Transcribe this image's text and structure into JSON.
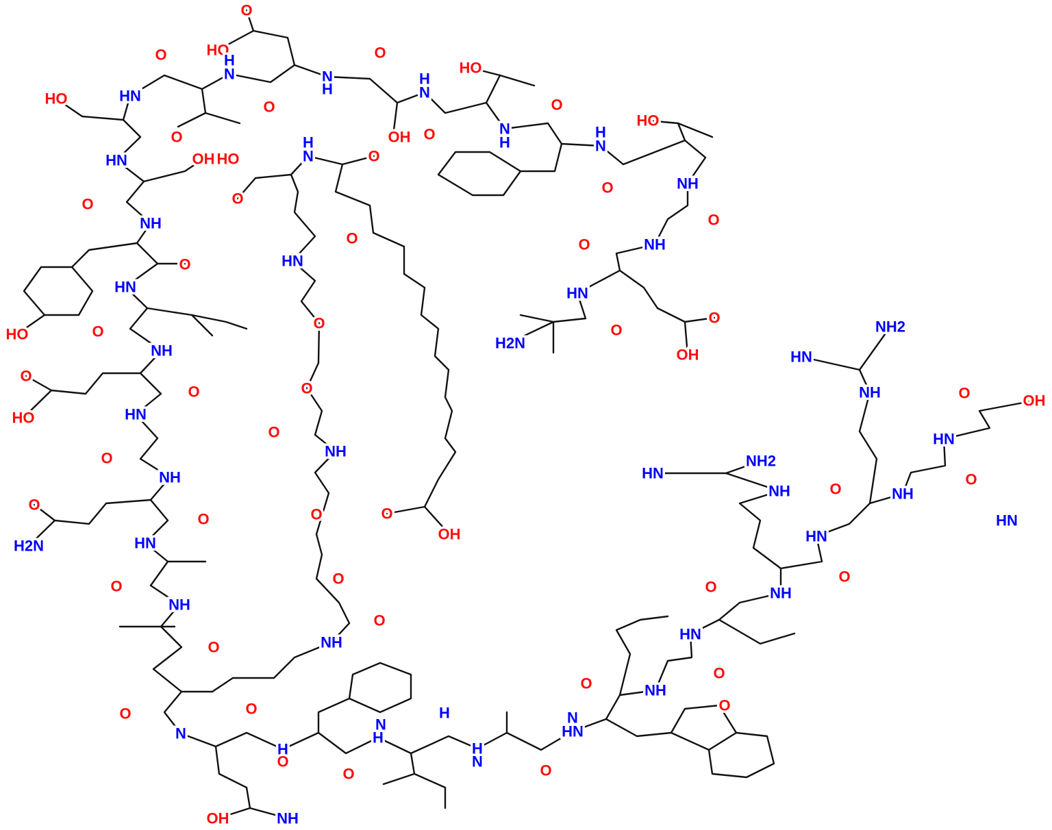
{
  "colors": {
    "oxygen": "#ff0d0d",
    "nitrogen": "#0000ff",
    "bond": "#111111"
  },
  "atom_labels": [
    "O",
    "HO",
    "O",
    "H",
    "N",
    "N",
    "H",
    "O",
    "HO",
    "HN",
    "HO",
    "H",
    "N",
    "O",
    "O",
    "OH",
    "O",
    "O",
    "N",
    "H",
    "HO",
    "H",
    "N",
    "H",
    "N",
    "O",
    "HN",
    "OH",
    "HO",
    "O",
    "O",
    "NH",
    "NH",
    "O",
    "O",
    "O",
    "O",
    "NH",
    "HN",
    "O",
    "HN",
    "HN",
    "O",
    "HO",
    "O",
    "NH",
    "O",
    "O",
    "H2N",
    "OH",
    "NH2",
    "HN",
    "O",
    "O",
    "HN",
    "HO",
    "O",
    "NH",
    "O",
    "OH",
    "O",
    "NH",
    "O",
    "NH",
    "HN",
    "NH2",
    "HN",
    "NH",
    "O",
    "O",
    "NH",
    "O",
    "O",
    "O",
    "O",
    "OH",
    "HN",
    "H2N",
    "HN",
    "O",
    "O",
    "O",
    "NH",
    "O",
    "NH",
    "O",
    "NH",
    "O",
    "HN",
    "O",
    "NH",
    "O",
    "O",
    "O",
    "O",
    "H",
    "N",
    "H",
    "N",
    "HN",
    "N",
    "H",
    "N",
    "H",
    "O",
    "O",
    "O",
    "OH",
    "NH",
    "HN"
  ]
}
